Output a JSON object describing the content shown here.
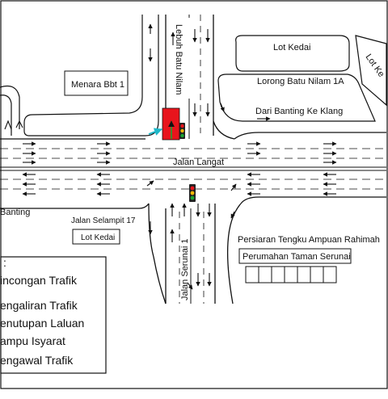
{
  "labels": {
    "lot_kedai_top": "Lot Kedai",
    "lot_ke_right": "Lot Ke",
    "lorong_batu_nilam": "Lorong Batu Nilam 1A",
    "dari_banting": "Dari Banting Ke Klang",
    "menara": "Menara Bbt 1",
    "lebuh_batu_nilam": "Lebuh Batu Nilam",
    "jalan_langat": "Jalan Langat",
    "banting_left": "Banting",
    "jalan_selampit": "Jalan Selampit 17",
    "lot_kedai_bottom": "Lot Kedai",
    "jalan_serunai": "Jalan Serunai 1",
    "persiaran": "Persiaran Tengku Ampuan Rahimah",
    "perumahan": "Perumahan Taman Serunai"
  },
  "legend": {
    "heading": ":",
    "items": [
      {
        "label": "incongan Trafik",
        "icon": "bent-arrow-icon"
      },
      {
        "label": "engaliran Trafik",
        "icon": "flow-arrow-icon"
      },
      {
        "label": "enutupan Laluan",
        "icon": "red-block-icon"
      },
      {
        "label": "ampu Isyarat",
        "icon": "traffic-light-icon"
      },
      {
        "label": "engawal Trafik",
        "icon": "marshal-icon"
      }
    ]
  },
  "colors": {
    "road_line": "#111111",
    "closure": "#e8141c",
    "diversion": "#1fb8c9",
    "signal_red": "#e8141c",
    "signal_amber": "#f2b705",
    "signal_green": "#1aa531"
  }
}
